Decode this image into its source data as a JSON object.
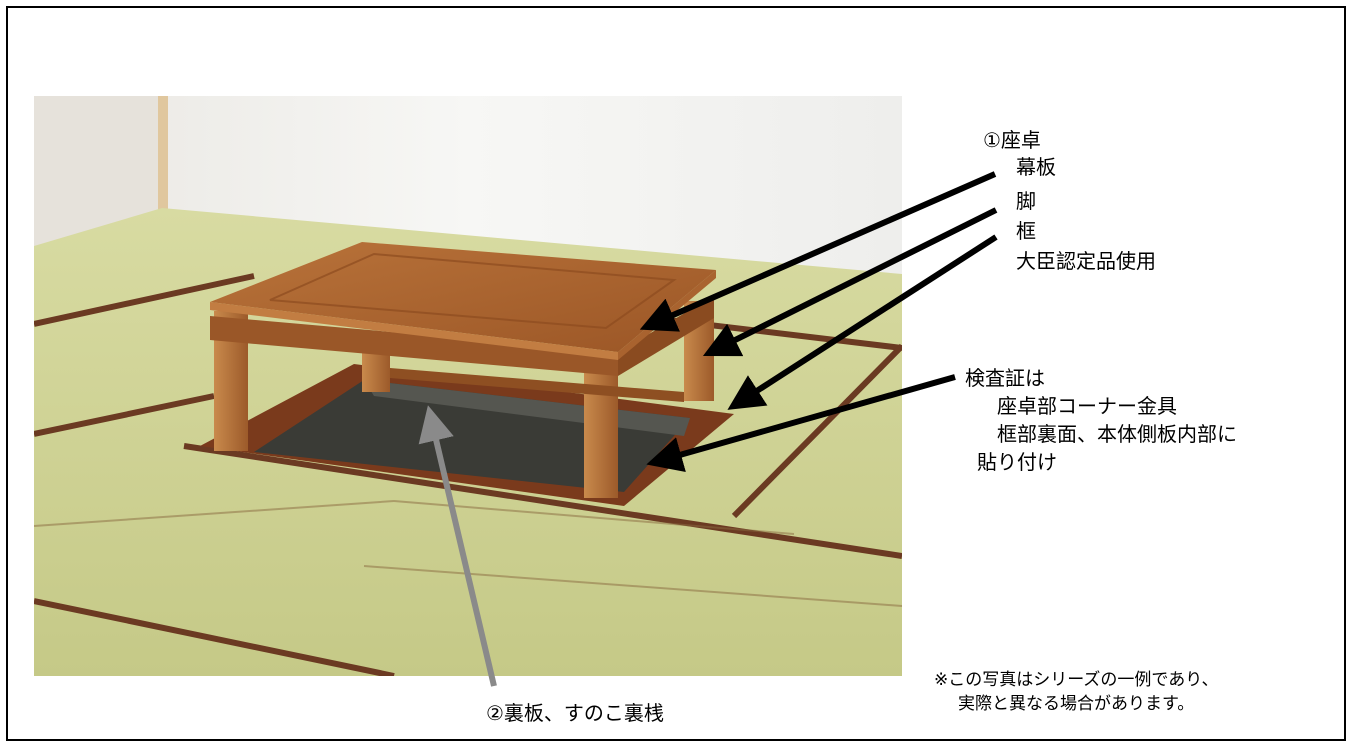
{
  "labels": {
    "zataku": "①座卓",
    "makuita": "幕板",
    "ashi": "脚",
    "waku": "框",
    "daijin": "大臣認定品使用",
    "kensa": "検査証は",
    "kensa_line1": "座卓部コーナー金具",
    "kensa_line2": "框部裏面、本体側板内部に",
    "kensa_line3": "貼り付け",
    "urabame": "②裏板、すのこ裏桟"
  },
  "note": {
    "line1": "※この写真はシリーズの一例であり、",
    "line2": "実際と異なる場合があります。"
  },
  "colors": {
    "pointer_black": "#000000",
    "pointer_gray": "#8a8a8a",
    "tatami": "#cfd291",
    "tatami_border": "#6b3a22",
    "wall": "#f2f2f0",
    "wood": "#a8602c"
  }
}
